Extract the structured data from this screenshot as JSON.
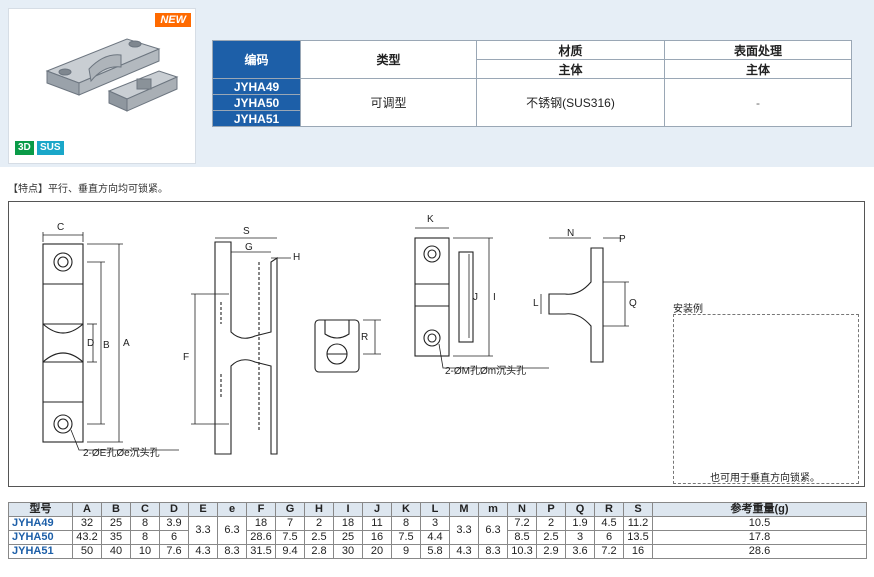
{
  "product": {
    "new_badge": "NEW",
    "tags": [
      "3D",
      "SUS"
    ]
  },
  "spec_table": {
    "headers": {
      "code": "编码",
      "type": "类型",
      "material": "材质",
      "material_sub": "主体",
      "surface": "表面处理",
      "surface_sub": "主体"
    },
    "codes": [
      "JYHA49",
      "JYHA50",
      "JYHA51"
    ],
    "type_value": "可调型",
    "material_value": "不锈钢(SUS316)",
    "surface_value": "-"
  },
  "feature_text": "【特点】平行、垂直方向均可锁紧。",
  "drawing": {
    "labels": {
      "C": "C",
      "B": "B",
      "A": "A",
      "D": "D",
      "E_hole": "2-ØE孔Øe沉头孔",
      "S": "S",
      "G": "G",
      "H": "H",
      "F": "F",
      "R": "R",
      "K": "K",
      "J": "J",
      "I": "I",
      "M_hole": "2-ØM孔Øm沉头孔",
      "N": "N",
      "P": "P",
      "L": "L",
      "Q": "Q"
    },
    "inset_title": "安装例",
    "inset_caption": "也可用于垂直方向锁紧。"
  },
  "dim_table": {
    "headers": [
      "型号",
      "A",
      "B",
      "C",
      "D",
      "E",
      "e",
      "F",
      "G",
      "H",
      "I",
      "J",
      "K",
      "L",
      "M",
      "m",
      "N",
      "P",
      "Q",
      "R",
      "S",
      "参考重量(g)"
    ],
    "rows": [
      {
        "code": "JYHA49",
        "A": "32",
        "B": "25",
        "C": "8",
        "D": "3.9",
        "F": "18",
        "G": "7",
        "H": "2",
        "I": "18",
        "J": "11",
        "K": "8",
        "L": "3",
        "N": "7.2",
        "P": "2",
        "Q": "1.9",
        "R": "4.5",
        "S": "11.2",
        "W": "10.5"
      },
      {
        "code": "JYHA50",
        "A": "43.2",
        "B": "35",
        "C": "8",
        "D": "6",
        "F": "28.6",
        "G": "7.5",
        "H": "2.5",
        "I": "25",
        "J": "16",
        "K": "7.5",
        "L": "4.4",
        "N": "8.5",
        "P": "2.5",
        "Q": "3",
        "R": "6",
        "S": "13.5",
        "W": "17.8"
      },
      {
        "code": "JYHA51",
        "A": "50",
        "B": "40",
        "C": "10",
        "D": "7.6",
        "E": "4.3",
        "e": "8.3",
        "F": "31.5",
        "G": "9.4",
        "H": "2.8",
        "I": "30",
        "J": "20",
        "K": "9",
        "L": "5.8",
        "M": "4.3",
        "m": "8.3",
        "N": "10.3",
        "P": "2.9",
        "Q": "3.6",
        "R": "7.2",
        "S": "16",
        "W": "28.6"
      }
    ],
    "merged_E": "3.3",
    "merged_e": "6.3",
    "merged_M": "3.3",
    "merged_m": "6.3"
  }
}
